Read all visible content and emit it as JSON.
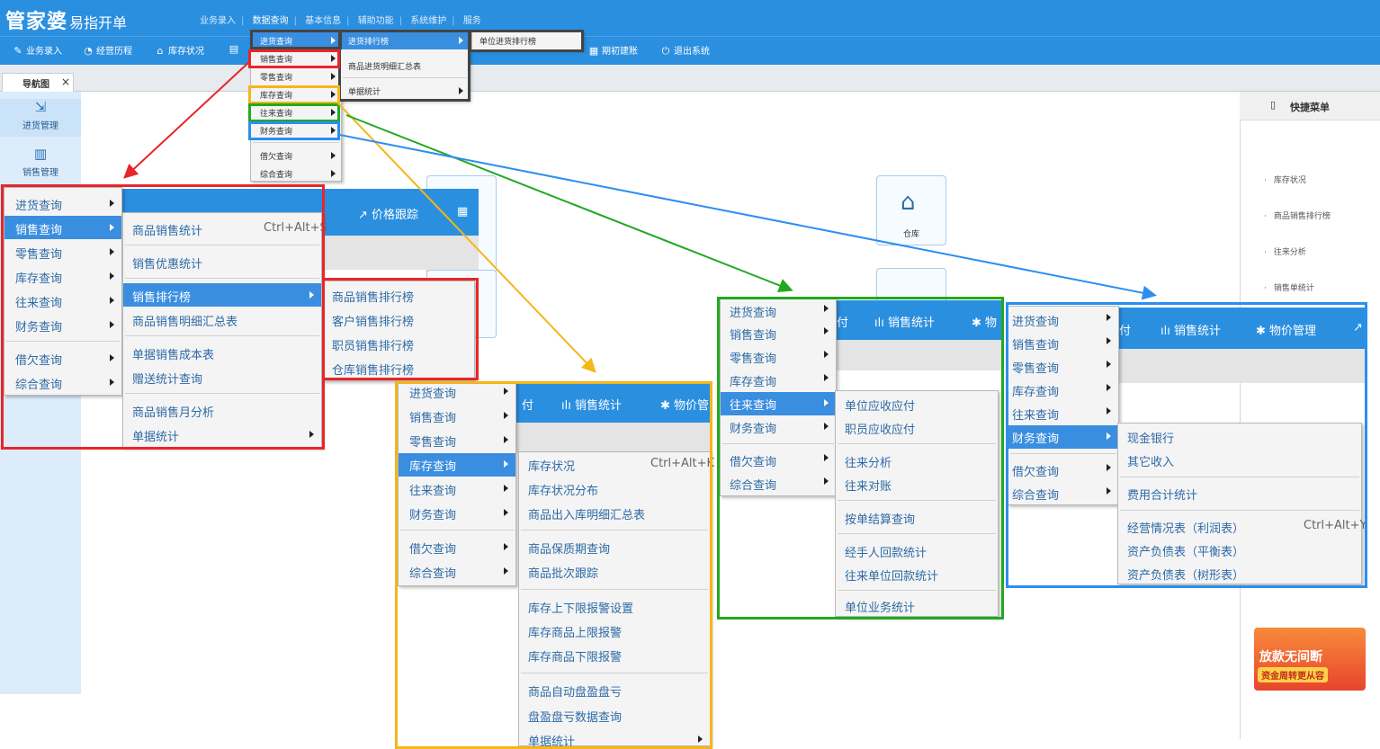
{
  "app": {
    "logo": "管家婆",
    "logo_sub": "易指开单"
  },
  "top_menu": [
    "业务录入",
    "数据查询",
    "基本信息",
    "辅助功能",
    "系统维护",
    "服务"
  ],
  "toolbar": [
    {
      "label": "业务录入",
      "icon": "pen-icon"
    },
    {
      "label": "经营历程",
      "icon": "clock-icon"
    },
    {
      "label": "库存状况",
      "icon": "house-icon"
    },
    {
      "label": "期初建账",
      "icon": "grid-icon"
    },
    {
      "label": "退出系统",
      "icon": "power-icon"
    }
  ],
  "nav": {
    "tab": "导航图",
    "close": "×",
    "items": [
      {
        "label": "进货管理",
        "icon": "import-icon"
      },
      {
        "label": "销售管理",
        "icon": "chart-icon"
      }
    ]
  },
  "dashboard": {
    "warehouse_label": "仓库"
  },
  "quick_menu": {
    "title": "快捷菜单",
    "items": [
      "库存状况",
      "商品销售排行榜",
      "往来分析",
      "销售单统计"
    ]
  },
  "top_dropdown": {
    "main": [
      "进货查询",
      "销售查询",
      "零售查询",
      "库存查询",
      "往来查询",
      "财务查询",
      "借欠查询",
      "综合查询"
    ],
    "sub": [
      "进货排行榜",
      "商品进货明细汇总表",
      "单据统计"
    ],
    "sub2": [
      "单位进货排行榜"
    ]
  },
  "main_menu": [
    "进货查询",
    "销售查询",
    "零售查询",
    "库存查询",
    "往来查询",
    "财务查询",
    "借欠查询",
    "综合查询"
  ],
  "sales_menu": {
    "items": [
      "商品销售统计",
      "销售优惠统计",
      "销售排行榜",
      "商品销售明细汇总表",
      "单据销售成本表",
      "赠送统计查询",
      "商品销售月分析",
      "单据统计"
    ],
    "shortcut": "Ctrl+Alt+S"
  },
  "rank_menu": [
    "商品销售排行榜",
    "客户销售排行榜",
    "职员销售排行榜",
    "仓库销售排行榜"
  ],
  "inventory_menu": {
    "items": [
      "库存状况",
      "库存状况分布",
      "商品出入库明细汇总表",
      "商品保质期查询",
      "商品批次跟踪",
      "库存上下限报警设置",
      "库存商品上限报警",
      "库存商品下限报警",
      "商品自动盘盈盘亏",
      "盘盈盘亏数据查询",
      "单据统计"
    ],
    "shortcut": "Ctrl+Alt+K"
  },
  "contacts_menu": [
    "单位应收应付",
    "职员应收应付",
    "往来分析",
    "往来对账",
    "按单结算查询",
    "经手人回款统计",
    "往来单位回款统计",
    "单位业务统计"
  ],
  "finance_menu": {
    "items": [
      "现金银行",
      "其它收入",
      "费用合计统计",
      "经营情况表（利润表）",
      "资产负债表（平衡表）",
      "资产负债表（树形表）"
    ],
    "shortcut": "Ctrl+Alt+Y"
  },
  "headers": {
    "sales_stats": "销售统计",
    "price_tracking": "价格跟踪",
    "price_mgmt": "物价管理",
    "price_mgmt_cut": "物价管",
    "price_mgmt_cut2": "物",
    "frag_fu": "付"
  },
  "promo": {
    "line1": "放款无间断",
    "line2": "资金周转更从容"
  },
  "colors": {
    "brand_blue": "#2b8fe0",
    "highlight_red": "#e8262a",
    "highlight_orange": "#f4b619",
    "highlight_green": "#22a820",
    "highlight_blue": "#2a8ff0"
  }
}
